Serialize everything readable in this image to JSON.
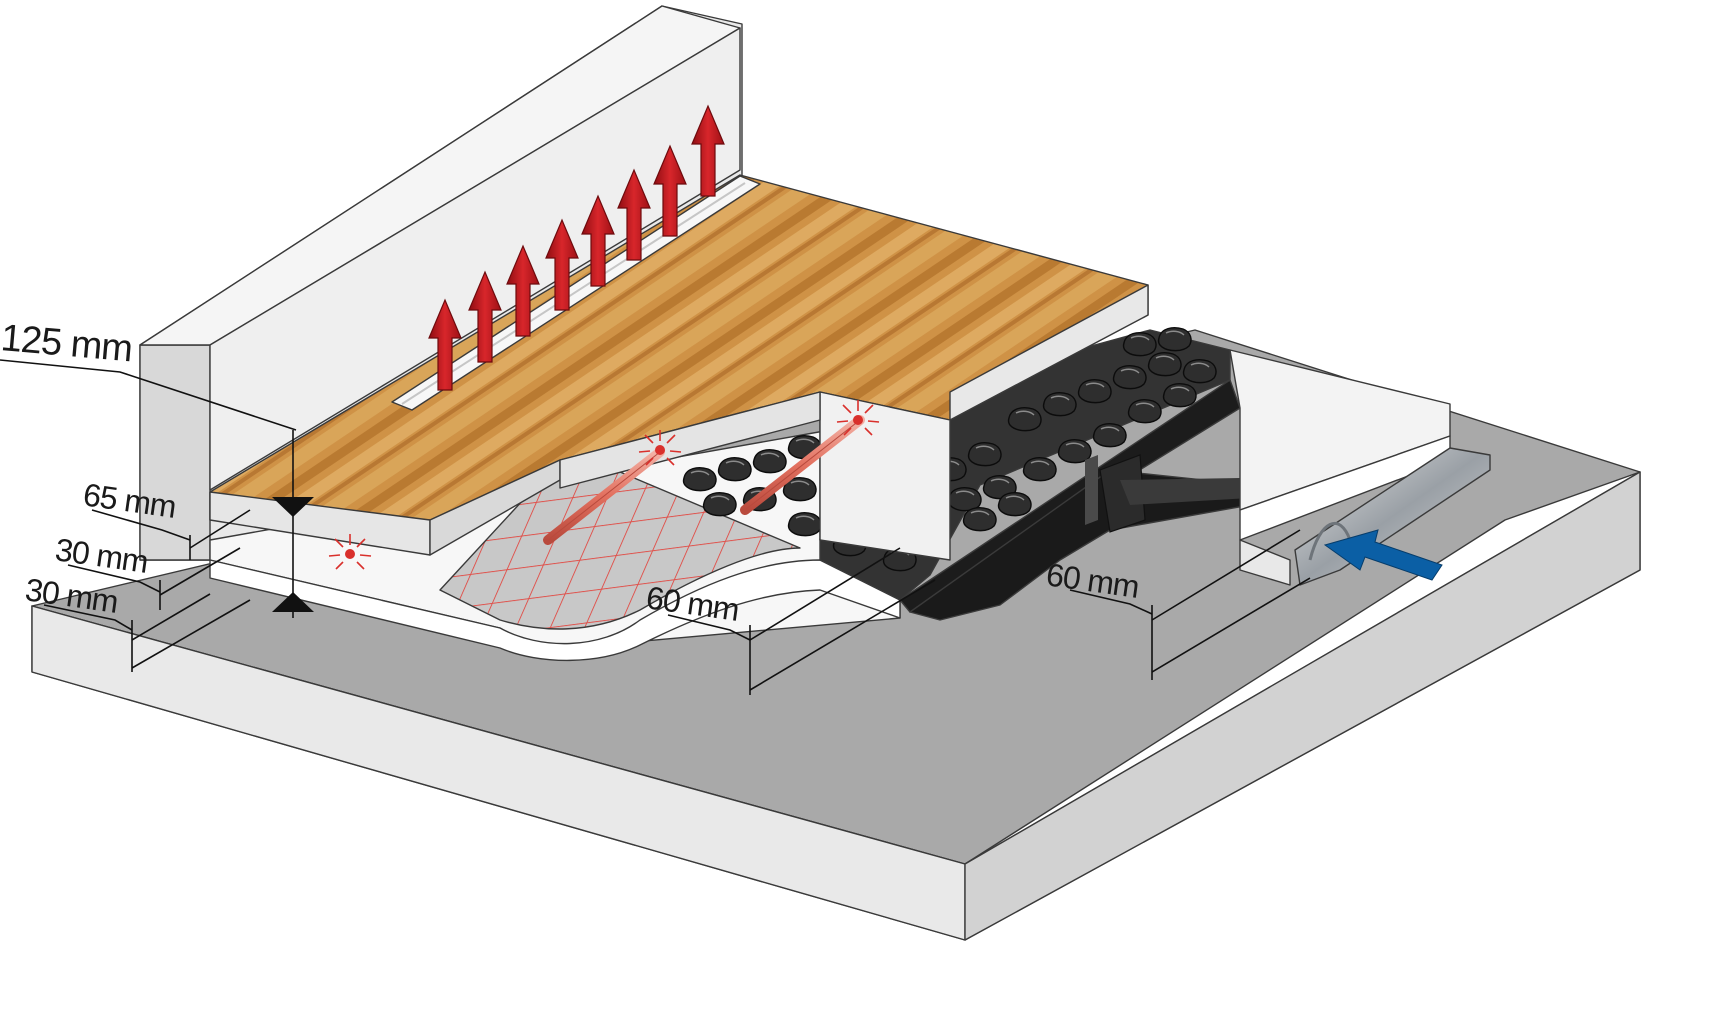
{
  "dimensions": {
    "total_height": "125 mm",
    "floor_layer": "65 mm",
    "layer_middle": "30 mm",
    "layer_bottom": "30 mm",
    "fill_layer_center": "60 mm",
    "fill_layer_right": "60 mm"
  },
  "colors": {
    "heat_arrow": "#c0141b",
    "heating_pipe": "#e57a6e",
    "wood_floor": "#c88a3c",
    "insulation": "#ffffff",
    "base_slab": "#a9a9a9",
    "stone_fill": "#2b2b2b",
    "air_inlet_arrow": "#0b5fa5"
  },
  "icons": {
    "heat_up_arrow": "red-up-arrow-icon",
    "heat_burst": "heat-radiation-icon",
    "air_inlet": "blue-inlet-arrow-icon"
  }
}
